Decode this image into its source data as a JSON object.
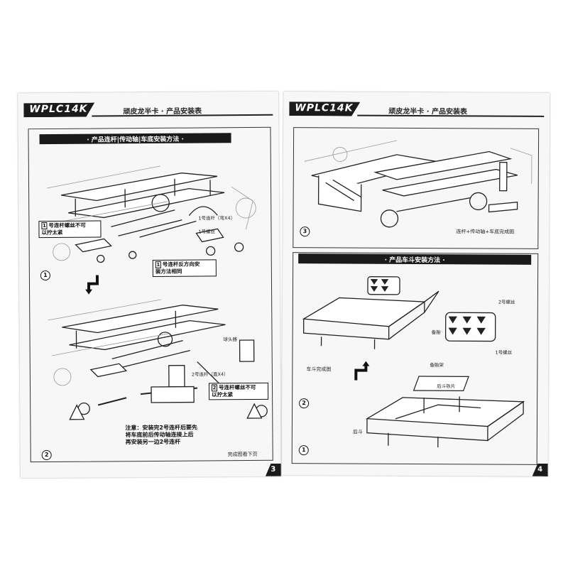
{
  "brand": "WPLC14K",
  "left_page": {
    "header_title": "顽皮龙半卡 · 产品安装表",
    "band_title": "· 产品连杆|传动轴|车底安装方法 ·",
    "labels": {
      "link_bent": "1号连杆（弯X4）",
      "screw_1": "1号螺丝",
      "rod_end": "球头器",
      "link_straight": "2号连杆（直X4）",
      "finish_next": "完成图看下页"
    },
    "callouts": {
      "c1_num": "1",
      "c1_text": "号连杆螺丝不可\n以拧太紧",
      "c2_num": "1",
      "c2_text": "号连杆反方向安\n装方法相同",
      "c3_num": "2",
      "c3_text": "号连杆螺丝不可\n以拧太紧"
    },
    "note": "注意：安装完2号连杆后要先\n将车底前后传动轴连接上后\n再安装另一边2号连杆",
    "steps": [
      "1",
      "2"
    ],
    "page_number": "3"
  },
  "right_page": {
    "header_title": "顽皮龙半卡 · 产品安装表",
    "band_title": "· 产品车斗安装方法 ·",
    "labels": {
      "chassis_done": "连杆+传动轴+车底完成图",
      "screw_2": "2号螺丝",
      "spare_tire": "备胎",
      "spare_bracket": "备胎架",
      "screw_1": "1号螺丝",
      "bed_done": "车斗完成图",
      "tail_plate": "后斗铁片",
      "bed": "后斗"
    },
    "steps": [
      "3",
      "2",
      "1"
    ],
    "page_number": "4"
  }
}
